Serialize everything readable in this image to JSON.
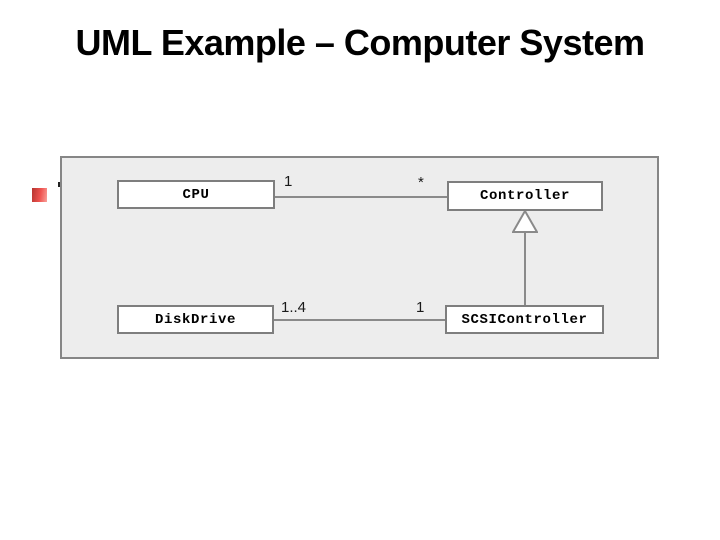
{
  "slide": {
    "title": "UML Example – Computer System"
  },
  "diagram": {
    "classes": [
      {
        "name": "CPU"
      },
      {
        "name": "Controller"
      },
      {
        "name": "DiskDrive"
      },
      {
        "name": "SCSIController"
      }
    ],
    "associations": [
      {
        "from": "CPU",
        "to": "Controller",
        "from_multiplicity": "1",
        "to_multiplicity": "*"
      },
      {
        "from": "DiskDrive",
        "to": "SCSIController",
        "from_multiplicity": "1..4",
        "to_multiplicity": "1"
      }
    ],
    "generalization": {
      "subclass": "SCSIController",
      "superclass": "Controller"
    },
    "colors": {
      "panel_background": "#ededed",
      "panel_border": "#868686",
      "box_border": "#7e7e7e",
      "box_fill": "#ffffff",
      "line": "#8a8a8a",
      "text": "#000000",
      "bullet_red_dark": "#b5342f",
      "bullet_red_light": "#f9a19a"
    }
  }
}
